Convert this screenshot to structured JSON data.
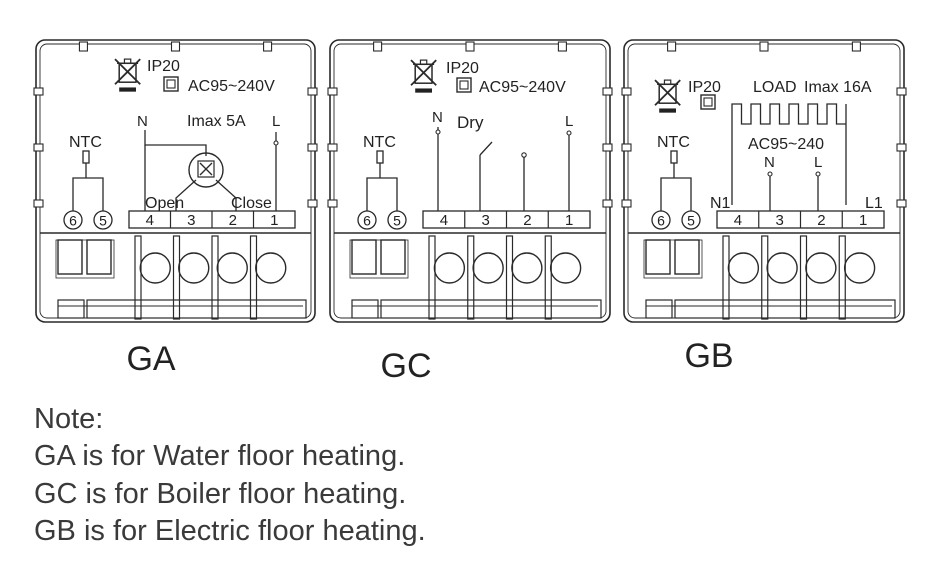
{
  "panels": [
    {
      "id": "ga",
      "caption": "GA",
      "protection": "IP20",
      "voltage": "AC95~240V",
      "sensor": "NTC",
      "neutral": "N",
      "live": "L",
      "current": "Imax 5A",
      "open": "Open",
      "close": "Close",
      "terminals": [
        "4",
        "3",
        "2",
        "1"
      ],
      "sensor_terminals": [
        "6",
        "5"
      ]
    },
    {
      "id": "gc",
      "caption": "GC",
      "protection": "IP20",
      "voltage": "AC95~240V",
      "sensor": "NTC",
      "neutral": "N",
      "dry": "Dry",
      "live": "L",
      "terminals": [
        "4",
        "3",
        "2",
        "1"
      ],
      "sensor_terminals": [
        "6",
        "5"
      ]
    },
    {
      "id": "gb",
      "caption": "GB",
      "protection": "IP20",
      "load": "LOAD",
      "current": "Imax 16A",
      "voltage": "AC95~240",
      "sensor": "NTC",
      "neutral": "N",
      "live": "L",
      "n1": "N1",
      "l1": "L1",
      "terminals": [
        "4",
        "3",
        "2",
        "1"
      ],
      "sensor_terminals": [
        "6",
        "5"
      ]
    }
  ],
  "note": {
    "title": "Note:",
    "lines": [
      "GA is for Water floor heating.",
      "GC is for Boiler floor heating.",
      "GB is for Electric floor heating."
    ]
  }
}
